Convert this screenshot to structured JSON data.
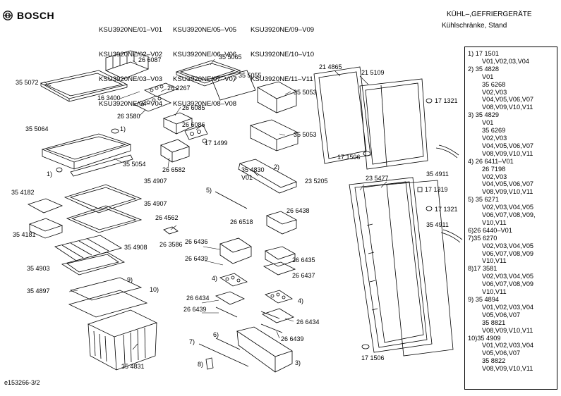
{
  "header": {
    "brand": "BOSCH",
    "model_columns": [
      [
        "KSU3920NE/01–V01",
        "KSU3920NE/02–V02",
        "KSU3920NE/03–V03",
        "KSU3920NE/04–V04"
      ],
      [
        "KSU3920NE/05–V05",
        "KSU3920NE/06–V06",
        "KSU3920NE/07–V07",
        "KSU3920NE/08–V08"
      ],
      [
        "KSU3920NE/09–V09",
        "KSU3920NE/10–V10",
        "KSU3920NE/11–V11"
      ]
    ],
    "category": "KÜHL–,GEFRIERGERÄTE",
    "subcategory": "Kühlschränke, Stand"
  },
  "parts": [
    "35 5072",
    "26 6087",
    "35 5065",
    "26 2267",
    "16 3400",
    "26 3580",
    "26 6085",
    "35 5055",
    "35 5053",
    "21 4865",
    "21 5109",
    "17 1321",
    "35 5064",
    "26 6086",
    "17 1499",
    "35 5053",
    "17 1506",
    "35 5054",
    "26 6582",
    "35 4830",
    "V01",
    "35 4911",
    "35 4907",
    "23 5205",
    "23 5477",
    "17 1319",
    "35 4182",
    "35 4907",
    "26 6438",
    "17 1321",
    "26 6518",
    "26 4562",
    "35 4911",
    "35 4181",
    "26 3586",
    "35 4908",
    "26 6436",
    "26 6439",
    "26 6435",
    "35 4903",
    "26 6437",
    "35 4897",
    "26 6434",
    "26 6439",
    "26 6434",
    "26 6439",
    "17 1506",
    "35 4831"
  ],
  "callouts": [
    "1)",
    "1)",
    "2)",
    "5)",
    "4)",
    "4)",
    "9)",
    "10)",
    "6)",
    "7)",
    "3)",
    "8)"
  ],
  "legend": [
    {
      "t": "1) 17 1501",
      "i": false
    },
    {
      "t": "V01,V02,03,V04",
      "i": true
    },
    {
      "t": "2) 35 4828",
      "i": false
    },
    {
      "t": "V01",
      "i": true
    },
    {
      "t": "35 6268",
      "i": true
    },
    {
      "t": "V02,V03",
      "i": true
    },
    {
      "t": "V04,V05,V06,V07",
      "i": true
    },
    {
      "t": "V08,V09,V10,V11",
      "i": true
    },
    {
      "t": "3) 35 4829",
      "i": false
    },
    {
      "t": "V01",
      "i": true
    },
    {
      "t": "35 6269",
      "i": true
    },
    {
      "t": "V02,V03",
      "i": true
    },
    {
      "t": "V04,V05,V06,V07",
      "i": true
    },
    {
      "t": "V08,V09,V10,V11",
      "i": true
    },
    {
      "t": "4) 26 6411–V01",
      "i": false
    },
    {
      "t": "26 7198",
      "i": true
    },
    {
      "t": "V02,V03",
      "i": true
    },
    {
      "t": "V04,V05,V06,V07",
      "i": true
    },
    {
      "t": "V08,V09,V10,V11",
      "i": true
    },
    {
      "t": "5) 35 6271",
      "i": false
    },
    {
      "t": "V02,V03,V04,V05",
      "i": true
    },
    {
      "t": "V06,V07,V08,V09,",
      "i": true
    },
    {
      "t": "V10,V11",
      "i": true
    },
    {
      "t": "6)26 6440–V01",
      "i": false
    },
    {
      "t": "7)35 6270",
      "i": false
    },
    {
      "t": "V02,V03,V04,V05",
      "i": true
    },
    {
      "t": "V06,V07,V08,V09",
      "i": true
    },
    {
      "t": "V10,V11",
      "i": true
    },
    {
      "t": "8)17 3581",
      "i": false
    },
    {
      "t": "V02,V03,V04,V05",
      "i": true
    },
    {
      "t": "V06,V07,V08,V09",
      "i": true
    },
    {
      "t": "V10,V11",
      "i": true
    },
    {
      "t": "9) 35 4894",
      "i": false
    },
    {
      "t": "V01,V02,V03,V04",
      "i": true
    },
    {
      "t": "V05,V06,V07",
      "i": true
    },
    {
      "t": "35 8821",
      "i": true
    },
    {
      "t": "V08,V09,V10,V11",
      "i": true
    },
    {
      "t": "10)35 4909",
      "i": false
    },
    {
      "t": "V01,V02,V03,V04",
      "i": true
    },
    {
      "t": "V05,V06,V07",
      "i": true
    },
    {
      "t": "35 8822",
      "i": true
    },
    {
      "t": "V08,V09,V10,V11",
      "i": true
    }
  ],
  "doc_id": "e153266-3/2"
}
